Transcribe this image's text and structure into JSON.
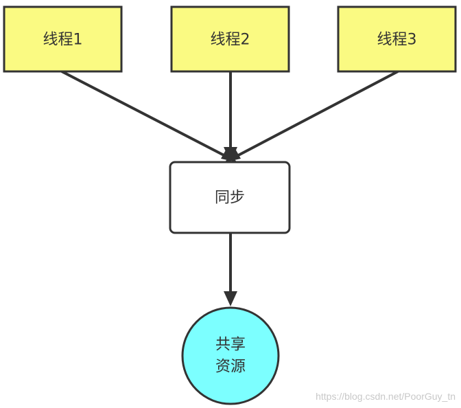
{
  "diagram": {
    "threads": [
      {
        "label": "线程1"
      },
      {
        "label": "线程2"
      },
      {
        "label": "线程3"
      }
    ],
    "sync": {
      "label": "同步"
    },
    "resource": {
      "label_line1": "共享",
      "label_line2": "资源"
    },
    "watermark": "https://blog.csdn.net/PoorGuy_tn",
    "colors": {
      "thread_fill": "#fafa82",
      "thread_stroke": "#333333",
      "sync_fill": "#ffffff",
      "resource_fill": "#7cffff",
      "arrow": "#333333"
    }
  }
}
